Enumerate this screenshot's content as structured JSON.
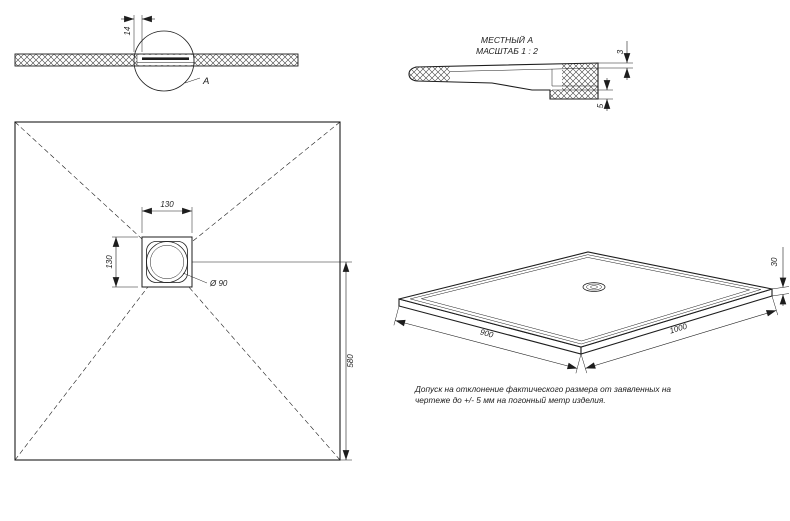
{
  "section_view": {
    "dim_thickness": "14",
    "detail_label": "A"
  },
  "detail_view": {
    "title": "МЕСТНЫЙ А",
    "scale": "МАСШТАБ 1 : 2",
    "dim_rim": "3",
    "dim_step": "5"
  },
  "plan_view": {
    "dim_drain_width": "130",
    "dim_drain_height": "130",
    "dim_drain_diameter": "Ø 90",
    "dim_center_to_edge": "580"
  },
  "iso_view": {
    "dim_width": "900",
    "dim_length": "1000",
    "dim_height": "30"
  },
  "note": {
    "line1": "Допуск на отклонение фактического размера от заявленных на",
    "line2": "чертеже до +/- 5 мм на погонный метр изделия."
  }
}
